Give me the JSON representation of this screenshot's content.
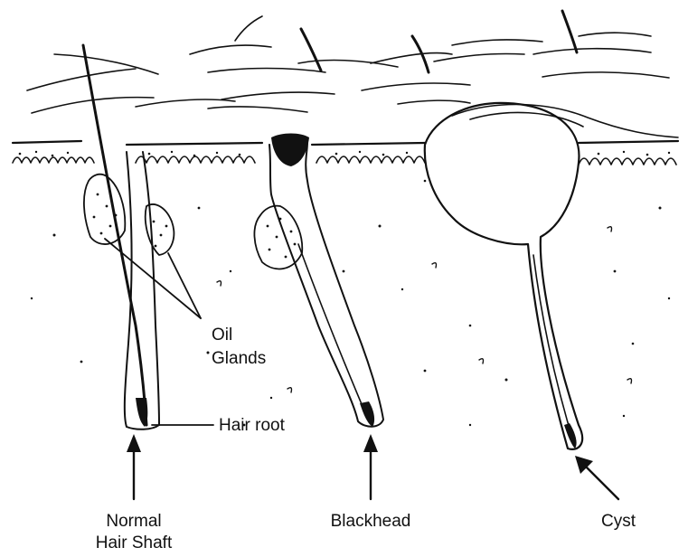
{
  "diagram": {
    "labels": {
      "oil_glands_line1": "Oil",
      "oil_glands_line2": "Glands",
      "hair_root": "Hair root",
      "normal_line1": "Normal",
      "normal_line2": "Hair Shaft",
      "blackhead": "Blackhead",
      "cyst": "Cyst"
    },
    "colors": {
      "ink": "#111111",
      "background": "#ffffff"
    }
  }
}
